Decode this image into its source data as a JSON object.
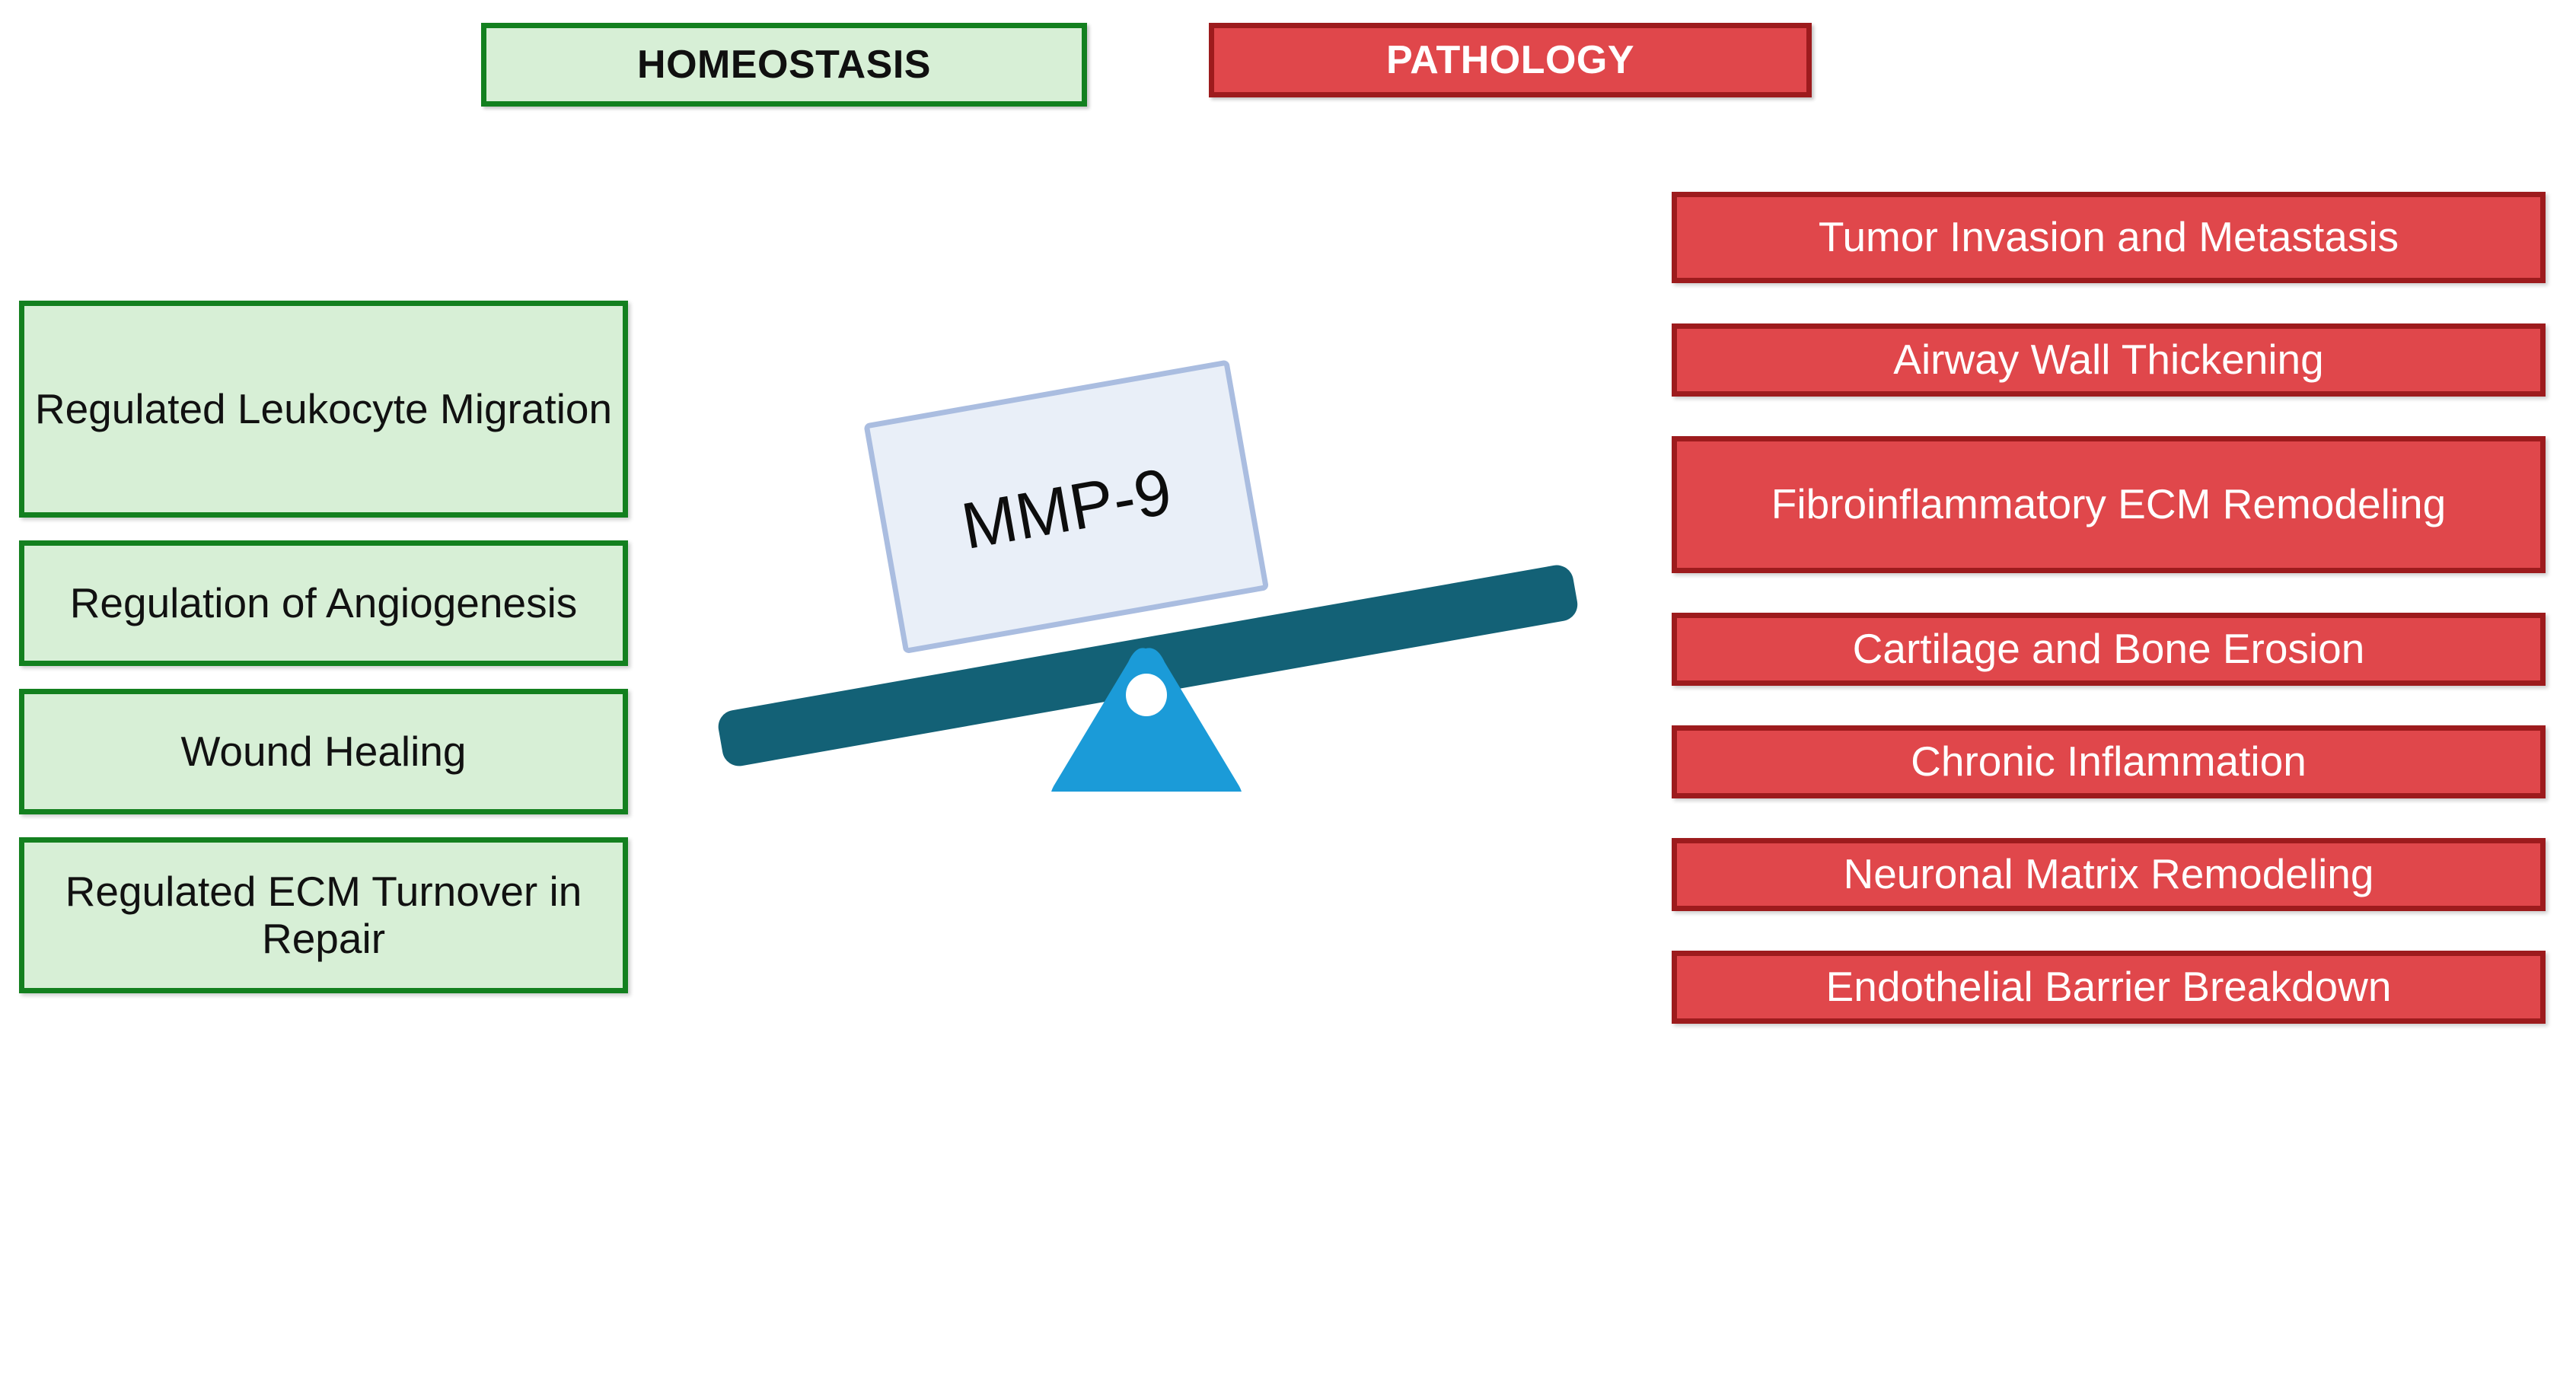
{
  "headers": {
    "left": "HOMEOSTASIS",
    "right": "PATHOLOGY"
  },
  "colors": {
    "green_fill": "#d7efd6",
    "green_border": "#13801f",
    "red_fill": "#e0474b",
    "red_border": "#9d1b1d",
    "beam": "#136176",
    "fulcrum": "#1b9bd8",
    "card_fill": "#e9eff8",
    "card_border": "#aabde0",
    "background": "#ffffff",
    "text_dark": "#111111",
    "text_light": "#ffffff"
  },
  "center": {
    "card_label": "MMP-9",
    "tilt_degrees": -10,
    "tilt_direction": "left-side-down"
  },
  "homeostasis_items": [
    {
      "label": "Regulated Leukocyte Migration"
    },
    {
      "label": "Regulation of Angiogenesis"
    },
    {
      "label": "Wound Healing"
    },
    {
      "label": "Regulated ECM Turnover in Repair"
    }
  ],
  "pathology_items": [
    {
      "label": "Tumor Invasion and Metastasis"
    },
    {
      "label": "Airway Wall Thickening"
    },
    {
      "label": "Fibroinflammatory ECM Remodeling"
    },
    {
      "label": "Cartilage and Bone Erosion"
    },
    {
      "label": "Chronic Inflammation"
    },
    {
      "label": "Neuronal Matrix Remodeling"
    },
    {
      "label": "Endothelial Barrier Breakdown"
    }
  ]
}
